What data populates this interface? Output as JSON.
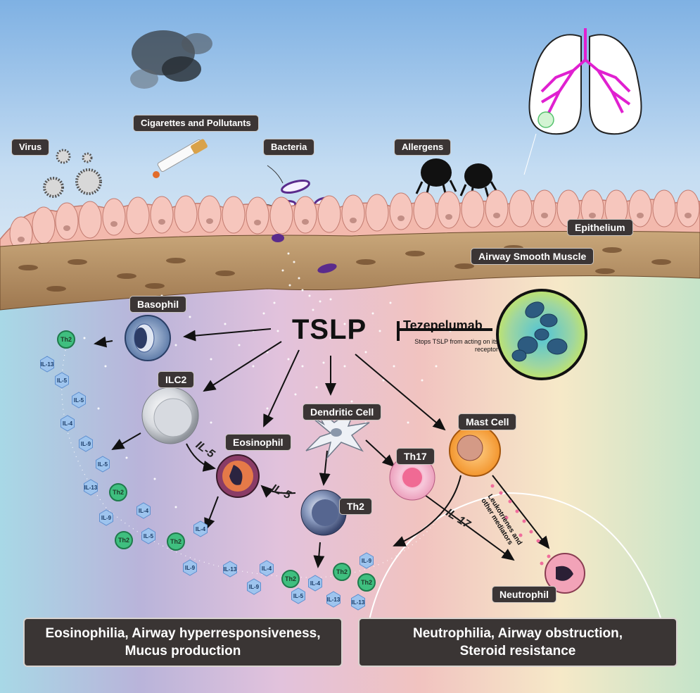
{
  "triggers": {
    "virus": "Virus",
    "cigarettes": "Cigarettes and Pollutants",
    "bacteria": "Bacteria",
    "allergens": "Allergens"
  },
  "tissue": {
    "epithelium": "Epithelium",
    "smooth_muscle": "Airway Smooth Muscle"
  },
  "center": {
    "tslp": "TSLP",
    "drug": "Tezepelumab",
    "drug_note": "Stops TSLP from acting on its receptor"
  },
  "cells": {
    "basophil": "Basophil",
    "ilc2": "ILC2",
    "eosinophil": "Eosinophil",
    "dendritic": "Dendritic Cell",
    "th17": "Th17",
    "mast": "Mast Cell",
    "th2": "Th2",
    "neutrophil": "Neutrophil"
  },
  "mediators": {
    "il5_a": "IL-5",
    "il5_b": "IL-5",
    "il17": "IL-17",
    "leukotrienes": "Leukotrienes and other mediators"
  },
  "cytokines": [
    "Th2",
    "IL-13",
    "IL-5",
    "IL-5",
    "IL-4",
    "IL-9",
    "IL-5",
    "IL-13",
    "Th2",
    "IL-4",
    "IL-9",
    "Th2",
    "IL-5",
    "Th2",
    "IL-4",
    "IL-9",
    "IL-13",
    "IL-4",
    "IL-9",
    "Th2",
    "IL-4",
    "IL-5",
    "Th2",
    "IL-9",
    "IL-13",
    "IL-13",
    "Th2"
  ],
  "outcomes": {
    "left_line1": "Eosinophilia, Airway hyperresponsiveness,",
    "left_line2": "Mucus production",
    "right_line1": "Neutrophilia, Airway obstruction,",
    "right_line2": "Steroid resistance"
  },
  "colors": {
    "label_bg": "#3b3535",
    "lung_airways": "#e020d0",
    "th2_green": "#3fbf7f",
    "cytokine_blue": "#9ec4ee",
    "drug_ring": "#c8e830"
  }
}
